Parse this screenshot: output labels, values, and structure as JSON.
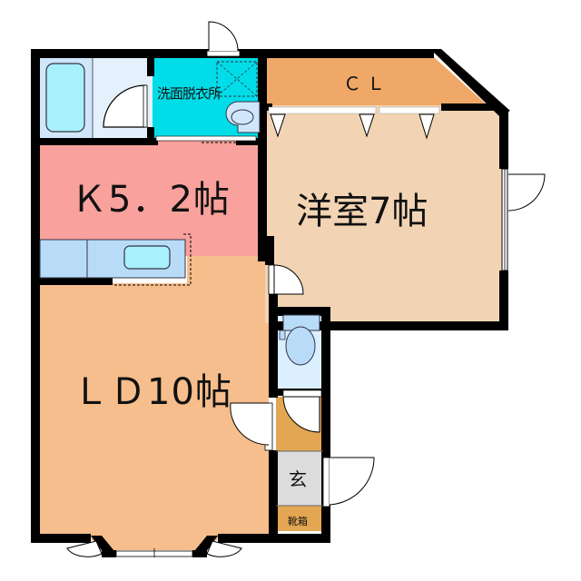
{
  "floor_plan": {
    "rooms": {
      "kitchen": {
        "label": "K5.2帖",
        "display": "Ｋ5．2帖",
        "color": "#f9a19c"
      },
      "living_dining": {
        "label": "LD10帖",
        "display": "ＬＤ10帖",
        "color": "#f5be8c"
      },
      "western_room": {
        "label": "洋室7帖",
        "display": "洋室7帖",
        "color": "#f2d4b4"
      },
      "closet": {
        "label": "CL",
        "display": "ＣＬ",
        "color": "#f0a868"
      },
      "washroom": {
        "label": "洗面脱衣所",
        "display": "洗面脱衣所",
        "color": "#00dde8"
      },
      "bathroom": {
        "label": "",
        "color": "#cfe6fb"
      },
      "toilet": {
        "label": "",
        "color": "#dcefff"
      },
      "hallway": {
        "label": "",
        "color": "#e3a653"
      },
      "entrance": {
        "label": "玄",
        "display": "玄",
        "color": "#dcdcdc"
      },
      "shoe_cabinet": {
        "label": "靴箱",
        "display": "靴箱",
        "color": "#e3a653"
      }
    },
    "colors": {
      "wall": "#000000",
      "fixture_blue": "#b8dcf8",
      "fixture_light": "#a8f0fc",
      "background": "#ffffff"
    }
  }
}
